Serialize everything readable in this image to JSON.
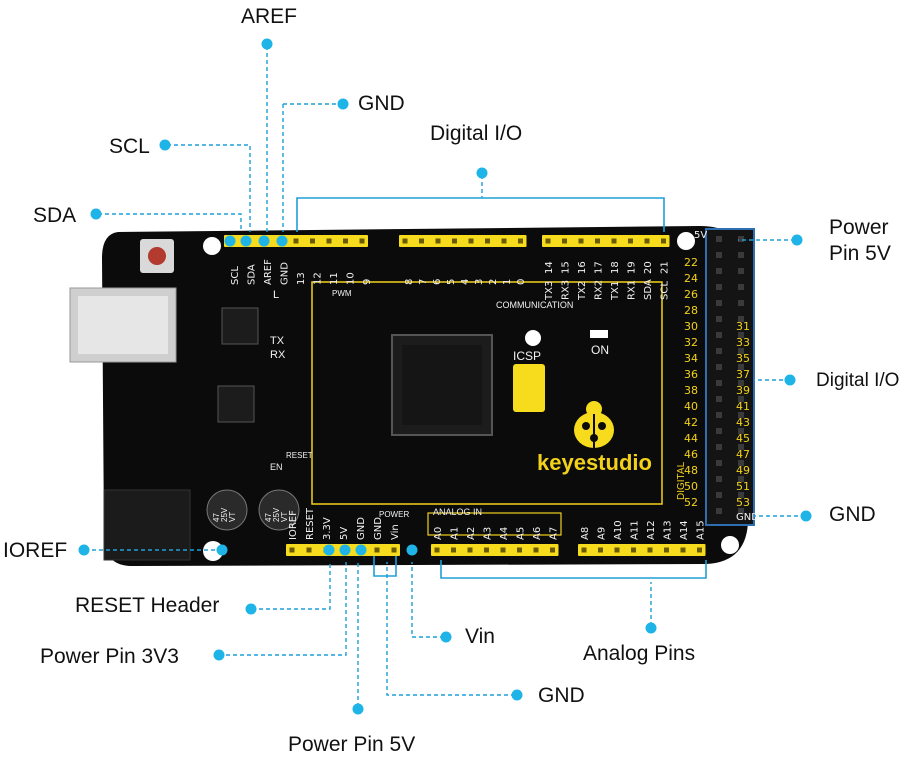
{
  "colors": {
    "board": "#0b0b0b",
    "header": "#f6dc1c",
    "leader": "#1f9fd6",
    "dot": "#1fb4e8",
    "silk": "#f3d11a",
    "silk_white": "#f2f2f2"
  },
  "callouts": {
    "aref": "AREF",
    "gnd_top": "GND",
    "scl": "SCL",
    "digital_io_top": "Digital I/O",
    "sda": "SDA",
    "power_5v_right": "Power\nPin 5V",
    "digital_io_right": "Digital I/O",
    "gnd_right": "GND",
    "ioref": "IOREF",
    "reset_header": "RESET Header",
    "power_3v3": "Power Pin 3V3",
    "vin": "Vin",
    "analog_pins": "Analog Pins",
    "gnd_bottom": "GND",
    "power_5v_bottom": "Power Pin 5V"
  },
  "board": {
    "brand": "keyestudio",
    "on_label": "ON",
    "icsp_label": "ICSP",
    "pwm_label": "PWM",
    "communication_label": "COMMUNICATION",
    "analog_in_label": "ANALOG IN",
    "power_label": "POWER",
    "digital_label": "DIGITAL",
    "tx_label": "TX",
    "rx_label": "RX",
    "l_label": "L",
    "en_label": "EN",
    "reset_label": "RESET",
    "cap1_label": "47\n25V\nVT",
    "cap2_label": "47\n25V\nVT",
    "top_left_pins": [
      "SCL",
      "SDA",
      "AREF",
      "GND",
      "13",
      "12",
      "11",
      "10",
      "9"
    ],
    "top_mid_pins": [
      "8",
      "7",
      "6",
      "5",
      "4",
      "3",
      "2",
      "1",
      "0"
    ],
    "top_right_pins": [
      "14",
      "15",
      "16",
      "17",
      "18",
      "19",
      "20",
      "21"
    ],
    "top_right_sub": [
      "TX3",
      "RX3",
      "TX2",
      "RX2",
      "TX1",
      "RX1",
      "SDA",
      "SCL"
    ],
    "power_pins": [
      "IOREF",
      "RESET",
      "3.3V",
      "5V",
      "GND",
      "GND",
      "Vin"
    ],
    "analog_left": [
      "A0",
      "A1",
      "A2",
      "A3",
      "A4",
      "A5",
      "A6",
      "A7"
    ],
    "analog_right": [
      "A8",
      "A9",
      "A10",
      "A11",
      "A12",
      "A13",
      "A14",
      "A15"
    ],
    "right_even": [
      "22",
      "24",
      "26",
      "28",
      "30",
      "32",
      "34",
      "36",
      "38",
      "40",
      "42",
      "44",
      "46",
      "48",
      "50",
      "52"
    ],
    "right_odd": [
      "31",
      "33",
      "35",
      "37",
      "39",
      "41",
      "43",
      "45",
      "47",
      "49",
      "51",
      "53"
    ],
    "right_gnd": "GND",
    "right_5v": "5V"
  }
}
